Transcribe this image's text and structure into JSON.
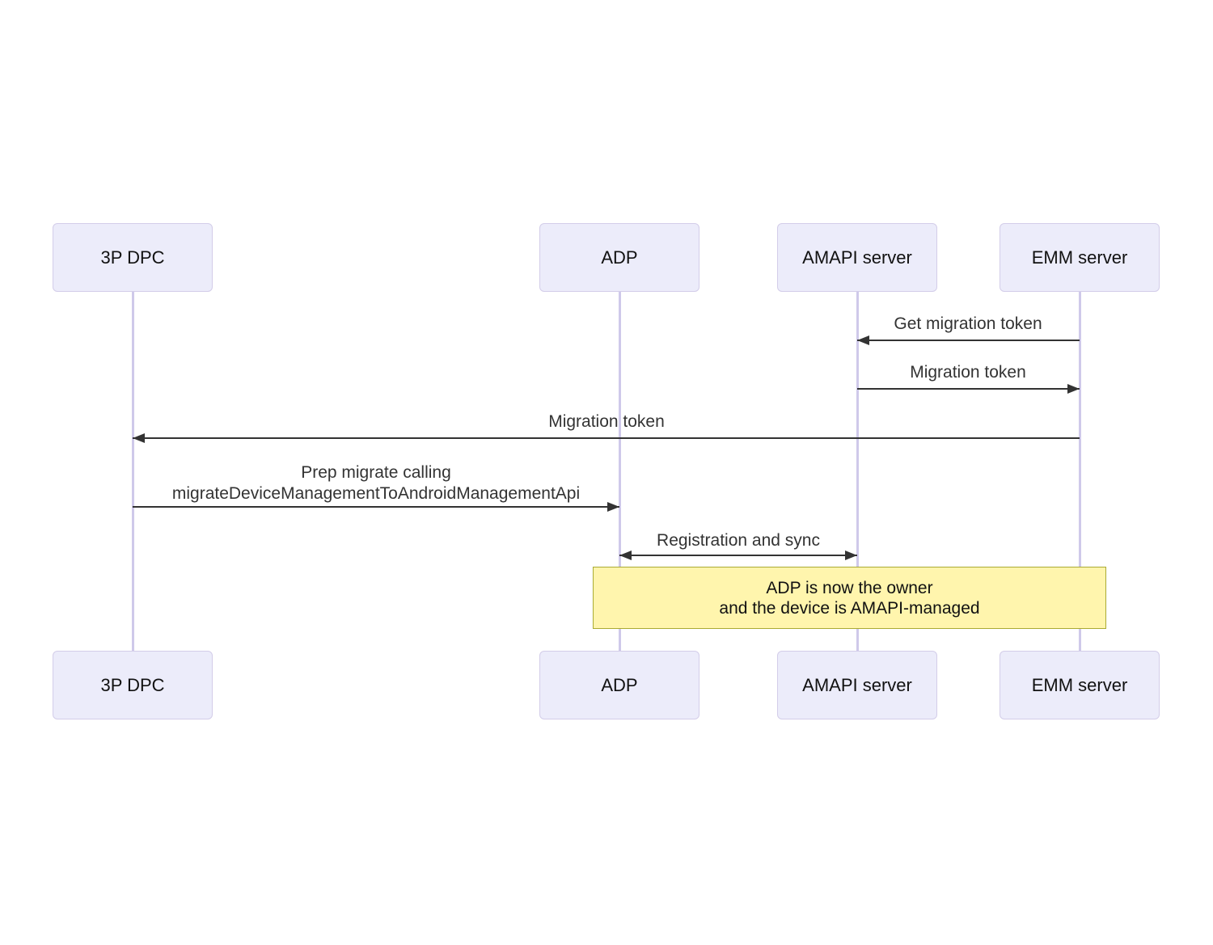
{
  "diagram": {
    "type": "sequence-diagram",
    "actors": [
      {
        "id": "3p-dpc",
        "label": "3P DPC"
      },
      {
        "id": "adp",
        "label": "ADP"
      },
      {
        "id": "amapi-server",
        "label": "AMAPI server"
      },
      {
        "id": "emm-server",
        "label": "EMM server"
      }
    ],
    "messages": [
      {
        "from": "EMM server",
        "to": "AMAPI server",
        "label": "Get migration token",
        "arrow": "solid-left"
      },
      {
        "from": "AMAPI server",
        "to": "EMM server",
        "label": "Migration token",
        "arrow": "solid-right"
      },
      {
        "from": "EMM server",
        "to": "3P DPC",
        "label": "Migration token",
        "arrow": "solid-left"
      },
      {
        "from": "3P DPC",
        "to": "ADP",
        "lines": [
          "Prep migrate calling",
          "migrateDeviceManagementToAndroidManagementApi"
        ],
        "arrow": "solid-right"
      },
      {
        "from": "ADP",
        "to": "AMAPI server",
        "label": "Registration and sync",
        "arrow": "solid-both"
      }
    ],
    "note": {
      "lines": [
        "ADP is now the owner",
        "and the device is AMAPI-managed"
      ]
    },
    "colors": {
      "actor_fill": "#ECECFA",
      "actor_border": "#d3cde9",
      "lifeline": "#cfc9ea",
      "arrow": "#333333",
      "message_text": "#333333",
      "note_fill": "#FFF5AD",
      "note_border": "#AAAA33",
      "background": "#ffffff"
    }
  }
}
